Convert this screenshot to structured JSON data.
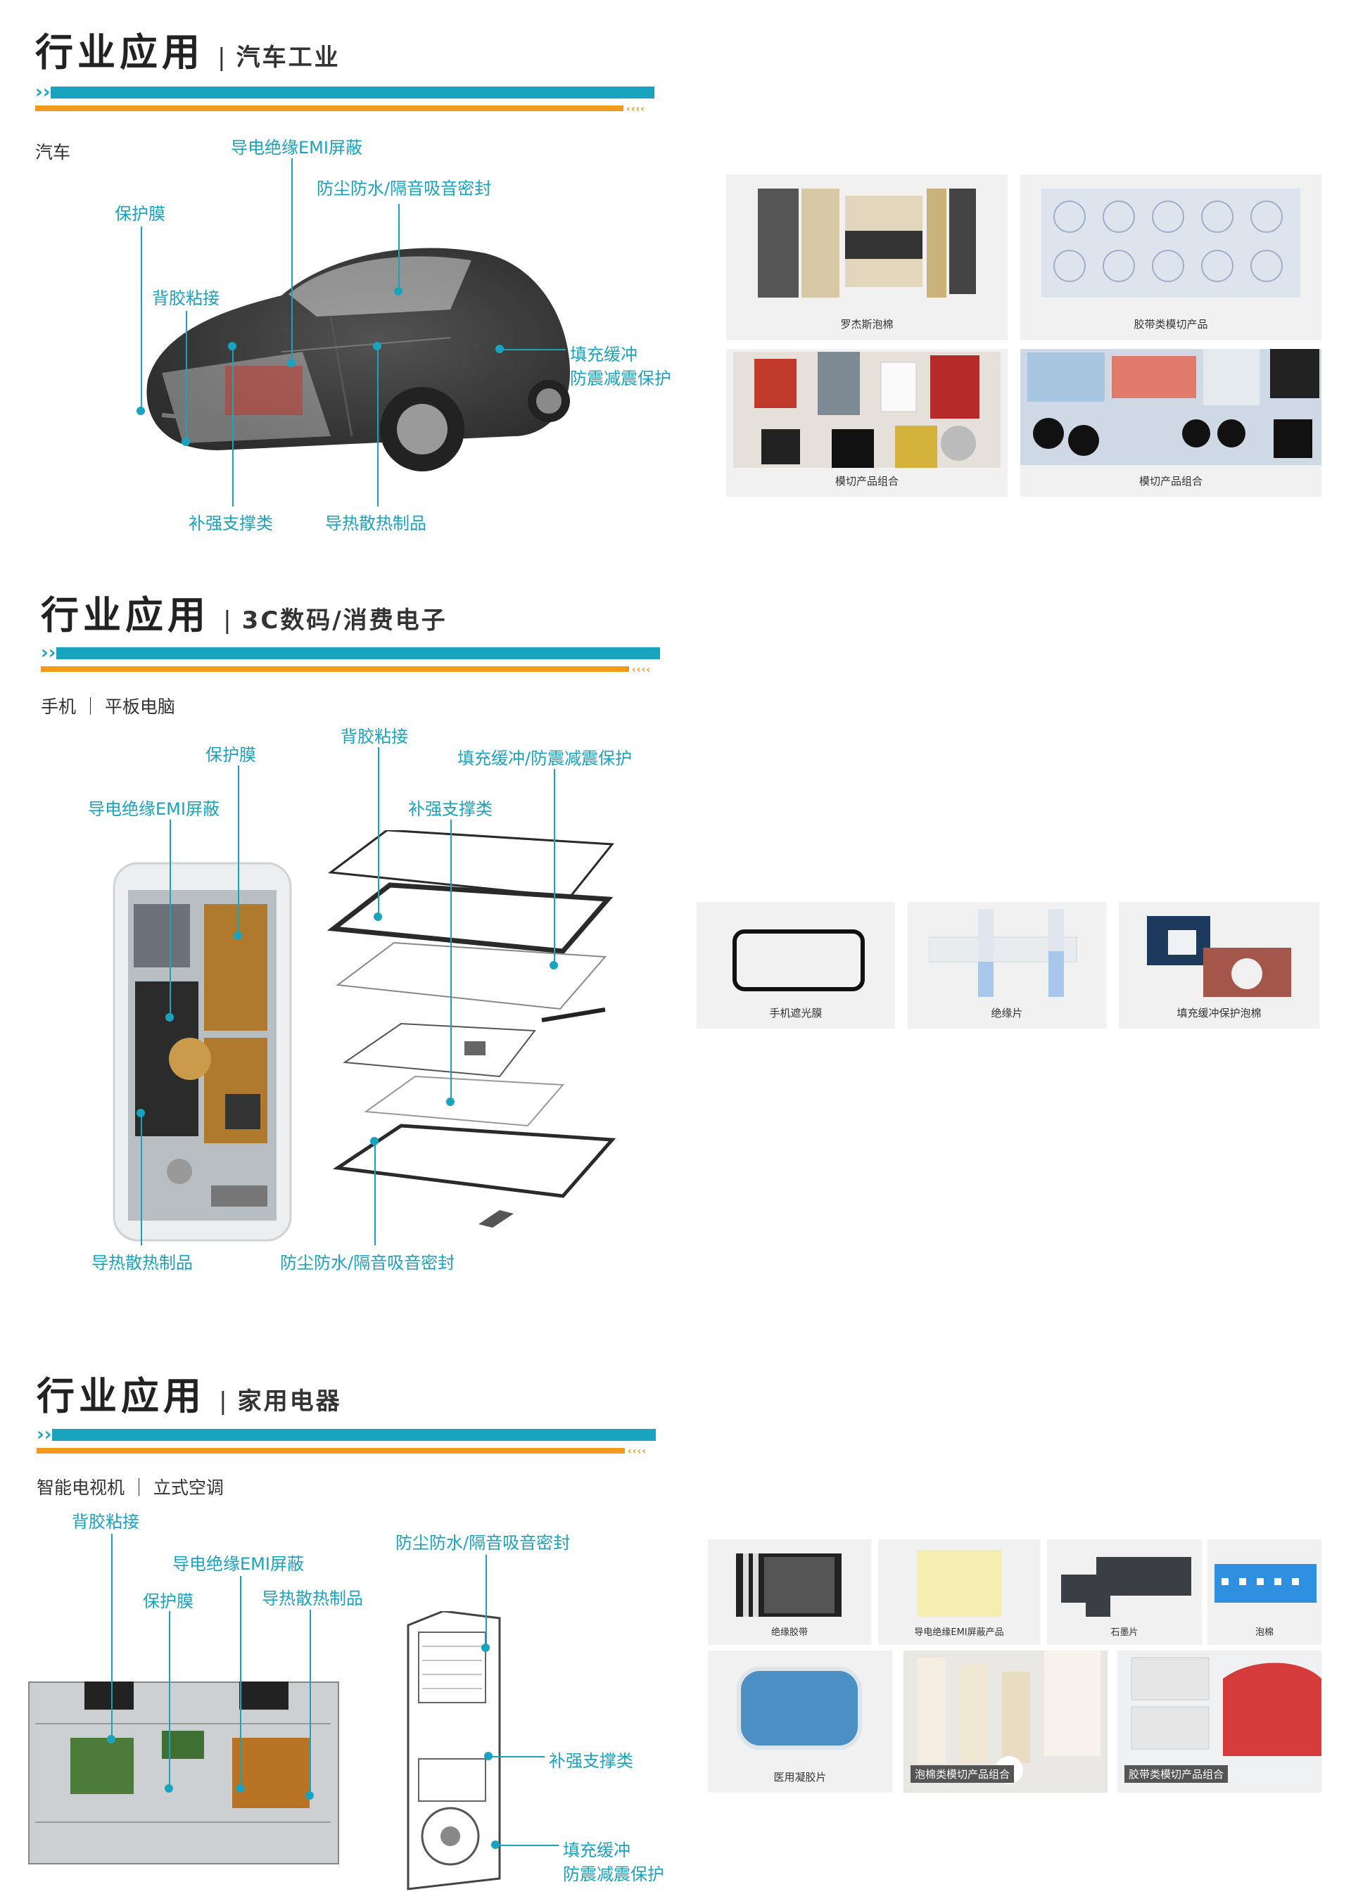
{
  "section_auto": {
    "title": "行业应用",
    "separator": "|",
    "subtitle": "汽车工业",
    "category": "汽车",
    "labels": {
      "emi": "导电绝缘EMI屏蔽",
      "dust": "防尘防水/隔音吸音密封",
      "film": "保护膜",
      "adhesive": "背胶粘接",
      "fill1": "填充缓冲",
      "fill2": "防震减震保护",
      "reinforce": "补强支撑类",
      "thermal": "导热散热制品"
    },
    "products": [
      "罗杰斯泡棉",
      "胶带类模切产品",
      "模切产品组合",
      "模切产品组合"
    ]
  },
  "section_3c": {
    "title": "行业应用",
    "separator": "|",
    "subtitle": "3C数码/消费电子",
    "category": "手机 ｜ 平板电脑",
    "labels": {
      "adhesive": "背胶粘接",
      "film": "保护膜",
      "fill": "填充缓冲/防震减震保护",
      "emi": "导电绝缘EMI屏蔽",
      "reinforce": "补强支撑类",
      "thermal": "导热散热制品",
      "dust": "防尘防水/隔音吸音密封"
    },
    "products": [
      "手机遮光膜",
      "绝缘片",
      "填充缓冲保护泡棉"
    ]
  },
  "section_home": {
    "title": "行业应用",
    "separator": "|",
    "subtitle": "家用电器",
    "category": "智能电视机 ｜ 立式空调",
    "labels": {
      "adhesive": "背胶粘接",
      "emi": "导电绝缘EMI屏蔽",
      "dust": "防尘防水/隔音吸音密封",
      "film": "保护膜",
      "thermal": "导热散热制品",
      "reinforce": "补强支撑类",
      "fill1": "填充缓冲",
      "fill2": "防震减震保护"
    },
    "products": [
      "绝缘胶带",
      "导电绝缘EMI屏蔽产品",
      "石墨片",
      "泡棉",
      "医用凝胶片",
      "泡棉类模切产品组合",
      "胶带类模切产品组合"
    ]
  },
  "colors": {
    "accent_blue": "#1aa3bf",
    "accent_orange": "#f39a1d",
    "text": "#333333"
  },
  "decor": {
    "arrows_right": "›",
    "arrows_left": "‹‹‹‹"
  }
}
